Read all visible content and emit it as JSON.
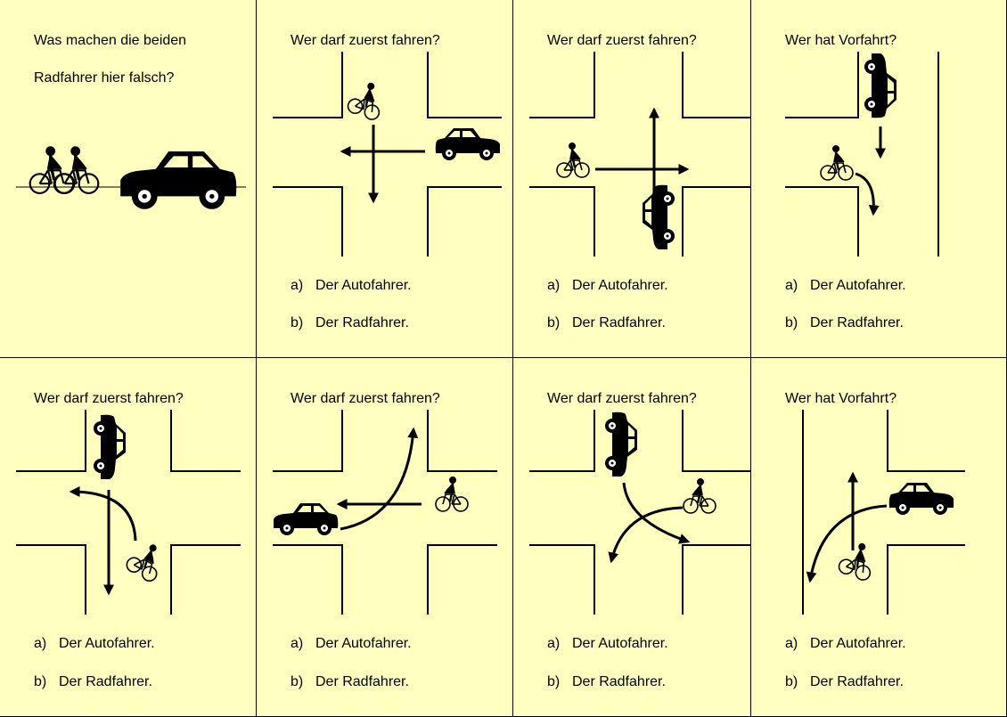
{
  "cards": [
    {
      "question": "Was machen die beiden",
      "question2": "Radfahrer hier falsch?",
      "options": []
    },
    {
      "question": "Wer darf zuerst fahren?",
      "options": [
        {
          "label": "a)",
          "text": "Der Autofahrer."
        },
        {
          "label": "b)",
          "text": "Der Radfahrer."
        }
      ]
    },
    {
      "question": "Wer darf zuerst fahren?",
      "options": [
        {
          "label": "a)",
          "text": "Der Autofahrer."
        },
        {
          "label": "b)",
          "text": "Der Radfahrer."
        }
      ]
    },
    {
      "question": "Wer hat Vorfahrt?",
      "options": [
        {
          "label": "a)",
          "text": "Der Autofahrer."
        },
        {
          "label": "b)",
          "text": "Der Radfahrer."
        }
      ]
    },
    {
      "question": "Wer darf zuerst fahren?",
      "options": [
        {
          "label": "a)",
          "text": "Der Autofahrer."
        },
        {
          "label": "b)",
          "text": "Der Radfahrer."
        }
      ]
    },
    {
      "question": "Wer darf zuerst fahren?",
      "options": [
        {
          "label": "a)",
          "text": "Der Autofahrer."
        },
        {
          "label": "b)",
          "text": "Der Radfahrer."
        }
      ]
    },
    {
      "question": "Wer darf zuerst fahren?",
      "options": [
        {
          "label": "a)",
          "text": "Der Autofahrer."
        },
        {
          "label": "b)",
          "text": "Der Radfahrer."
        }
      ]
    },
    {
      "question": "Wer hat Vorfahrt?",
      "options": [
        {
          "label": "a)",
          "text": "Der Autofahrer."
        },
        {
          "label": "b)",
          "text": "Der Radfahrer."
        }
      ]
    }
  ],
  "colors": {
    "background": "#ffffc0",
    "ink": "#000000"
  },
  "icons": [
    "car-icon",
    "bicycle-icon",
    "cyclist-icon",
    "arrow-icon"
  ]
}
